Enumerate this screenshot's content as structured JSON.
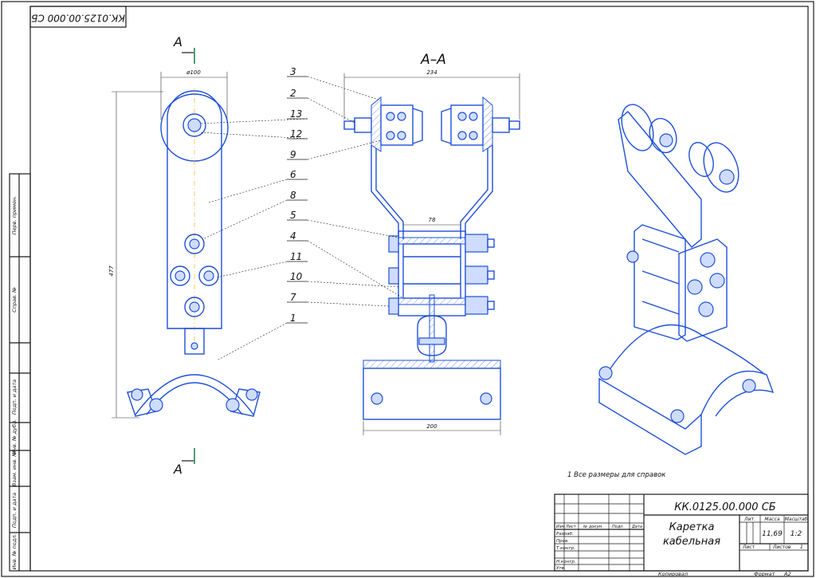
{
  "drawing": {
    "code_rotated": "КК.0125.00.000 СБ",
    "section_mark": "А",
    "section_title": "А–А",
    "note": "1 Все размеры для справок"
  },
  "dimensions": {
    "width_top": "ø100",
    "height_left": "477",
    "span_top": "234",
    "inner": "78",
    "base": "200"
  },
  "callouts": [
    "3",
    "2",
    "13",
    "12",
    "9",
    "6",
    "8",
    "5",
    "11",
    "10",
    "4",
    "7",
    "1"
  ],
  "side_stamp": [
    "Подп. и дата",
    "Инв. № дубл.",
    "Взам. инв. №",
    "Подп. и дата",
    "Инв. № подл.",
    "Справ. №",
    "Перв. примен."
  ],
  "title_block": {
    "code": "КК.0125.00.000 СБ",
    "name_line1": "Каретка",
    "name_line2": "кабельная",
    "col_lit": "Лит.",
    "col_mass": "Масса",
    "col_scale": "Масштаб",
    "mass": "11,69",
    "scale": "1:2",
    "sheet": "Лист",
    "sheets": "Листов",
    "sheets_val": "1",
    "rev_headers": [
      "Изм",
      "Лист",
      "№ докум.",
      "Подп.",
      "Дата"
    ],
    "roles": [
      "Разраб.",
      "Пров.",
      "Т.контр.",
      "",
      "Н.контр.",
      "Утв."
    ],
    "copied": "Копировал",
    "format": "Формат",
    "format_val": "А2"
  }
}
